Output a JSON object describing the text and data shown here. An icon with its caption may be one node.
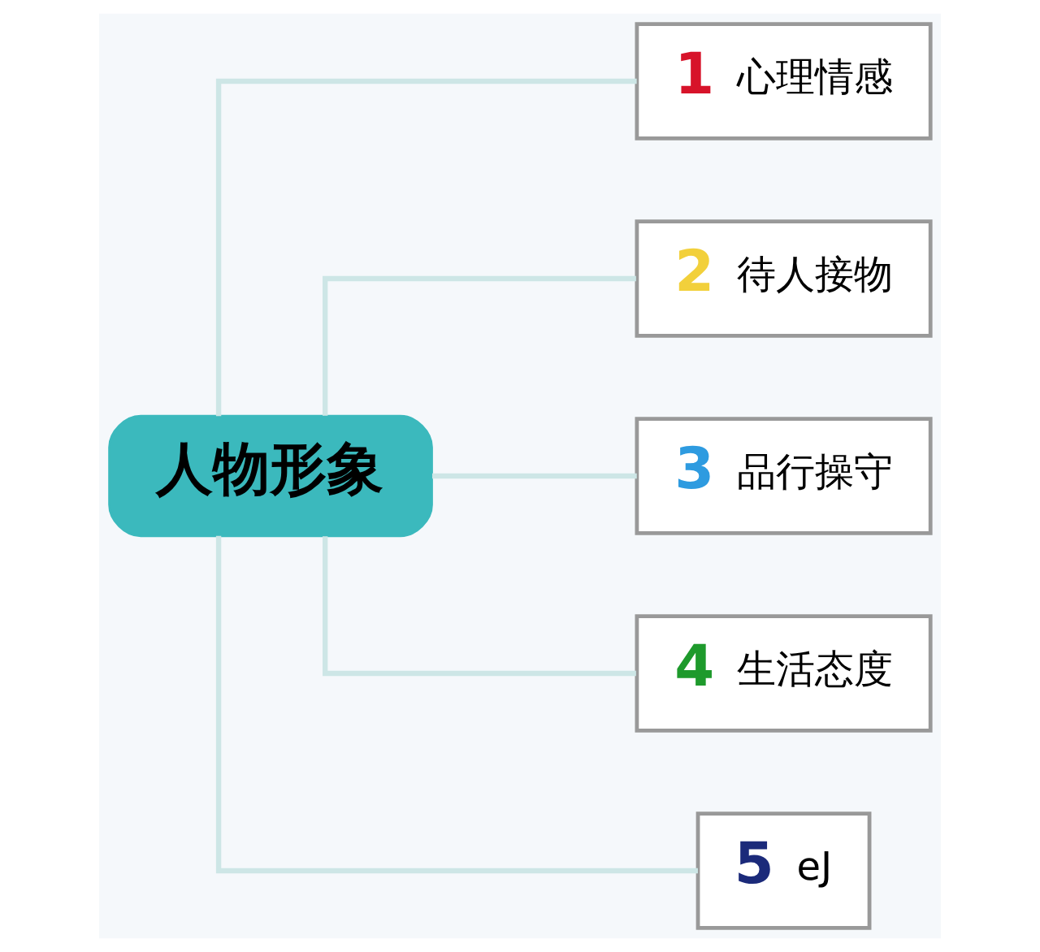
{
  "diagram": {
    "nodes": [
      {
        "text": [
          "人物形象"
        ]
      },
      {
        "text": [
          "1",
          "心理情感"
        ]
      },
      {
        "text": [
          "2",
          "待人接物"
        ]
      },
      {
        "text": [
          "3",
          "品行操守"
        ]
      },
      {
        "text": [
          "4",
          "生活态度"
        ]
      },
      {
        "text": [
          "5",
          "eJ"
        ]
      }
    ],
    "edges": [
      {
        "from": 0,
        "to": 1,
        "arrow": "none"
      },
      {
        "from": 0,
        "to": 2,
        "arrow": "none"
      },
      {
        "from": 0,
        "to": 3,
        "arrow": "none"
      },
      {
        "from": 0,
        "to": 4,
        "arrow": "none"
      },
      {
        "from": 0,
        "to": 5,
        "arrow": "none"
      }
    ]
  }
}
